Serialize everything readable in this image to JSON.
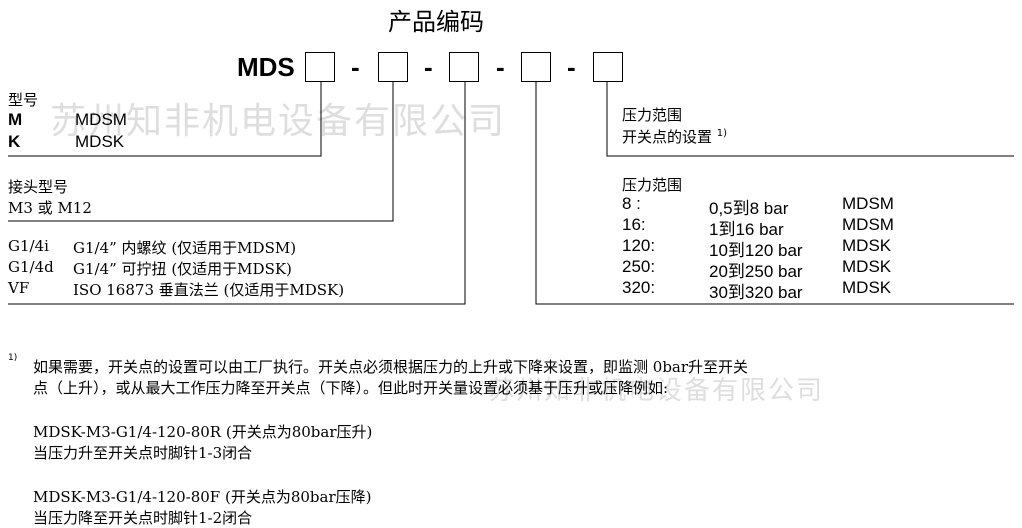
{
  "title": "产品编码",
  "prefix": "MDS",
  "separator": "-",
  "watermark": {
    "top": "苏州知非机电设备有限公司",
    "bottom": "苏州知非机电设备有限公司"
  },
  "model": {
    "heading": "型号",
    "rows": [
      {
        "code": "M",
        "name": "MDSM"
      },
      {
        "code": "K",
        "name": "MDSK"
      }
    ]
  },
  "connector": {
    "heading": "接头型号",
    "value": "M3  或 M12"
  },
  "thread": {
    "rows": [
      {
        "code": "G1/4i",
        "desc": "G1/4”  内螺纹 (仅适用于MDSM)"
      },
      {
        "code": "G1/4d",
        "desc": "G1/4”  可拧扭 (仅适用于MDSK)"
      },
      {
        "code": "VF",
        "desc": "ISO 16873 垂直法兰 (仅适用于MDSK)"
      }
    ]
  },
  "switch_point": {
    "heading": "压力范围",
    "desc": "开关点的设置",
    "footnote_mark": "1)"
  },
  "pressure_range": {
    "heading": "压力范围",
    "rows": [
      {
        "code": "8 :",
        "range": "0,5到8 bar",
        "model": "MDSM"
      },
      {
        "code": "16:",
        "range": "1到16 bar",
        "model": "MDSM"
      },
      {
        "code": "120:",
        "range": "10到120 bar",
        "model": "MDSK"
      },
      {
        "code": "250:",
        "range": "20到250 bar",
        "model": "MDSK"
      },
      {
        "code": "320:",
        "range": "30到320 bar",
        "model": "MDSK"
      }
    ]
  },
  "footnote": {
    "mark": "1)",
    "line1": "如果需要，开关点的设置可以由工厂执行。开关点必须根据压力的上升或下降来设置，即监测 0bar升至开关",
    "line2": "点（上升），或从最大工作压力降至开关点（下降）。但此时开关量设置必须基于压升或压降例如:"
  },
  "examples": [
    {
      "code": "MDSK-M3-G1/4-120-80R (开关点为80bar压升)",
      "desc": "当压力升至开关点时脚针1-3闭合"
    },
    {
      "code": "MDSK-M3-G1/4-120-80F (开关点为80bar压降)",
      "desc": "当压力降至开关点时脚针1-2闭合"
    }
  ]
}
